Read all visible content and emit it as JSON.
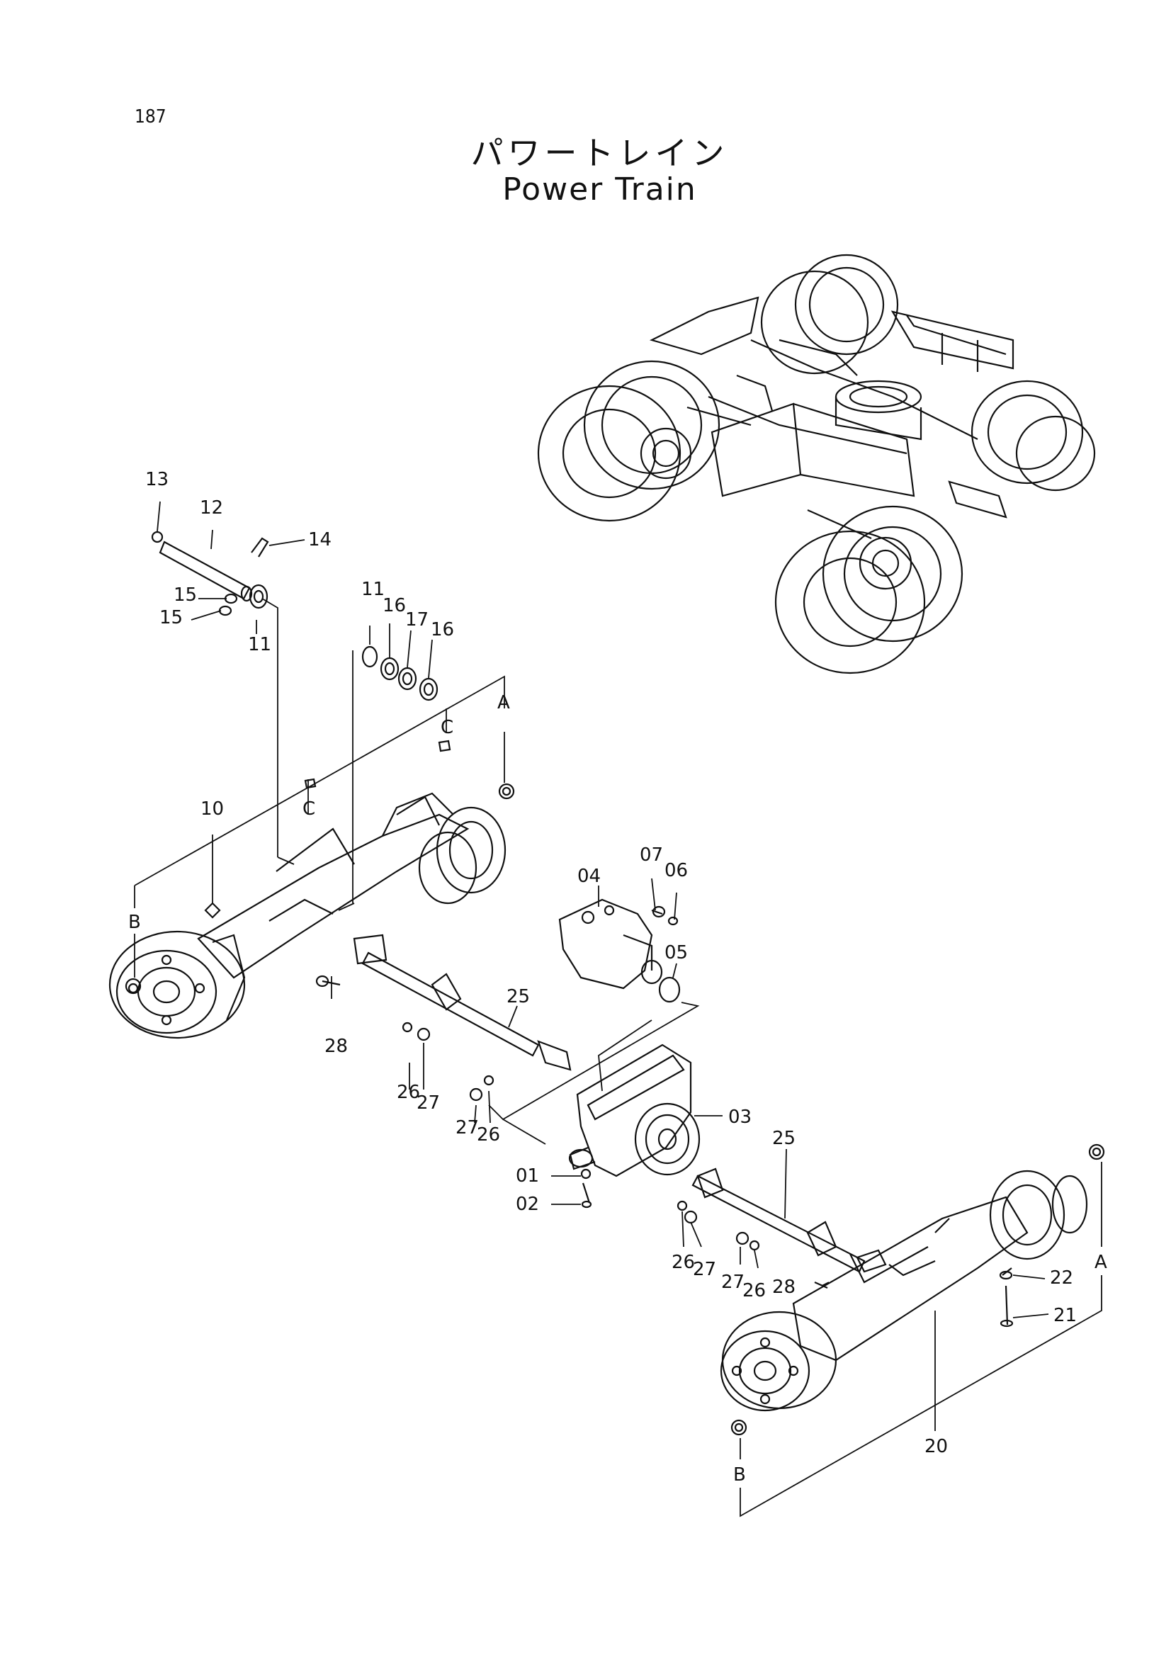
{
  "page_number": "187",
  "title_jp": "パワートレイン",
  "title_en": "Power Train",
  "callouts": {
    "c01": "01",
    "c02": "02",
    "c03": "03",
    "c04": "04",
    "c05": "05",
    "c06": "06",
    "c07": "07",
    "c10": "10",
    "c11a": "11",
    "c11b": "11",
    "c12": "12",
    "c13": "13",
    "c14": "14",
    "c15a": "15",
    "c15b": "15",
    "c16a": "16",
    "c16b": "16",
    "c17": "17",
    "c20": "20",
    "c21": "21",
    "c22": "22",
    "c25a": "25",
    "c25b": "25",
    "c26a": "26",
    "c26b": "26",
    "c26c": "26",
    "c26d": "26",
    "c27a": "27",
    "c27b": "27",
    "c27c": "27",
    "c27d": "27",
    "c28a": "28",
    "c28b": "28",
    "refA1": "A",
    "refA2": "A",
    "refB1": "B",
    "refB2": "B",
    "refC1": "C",
    "refC2": "C"
  }
}
